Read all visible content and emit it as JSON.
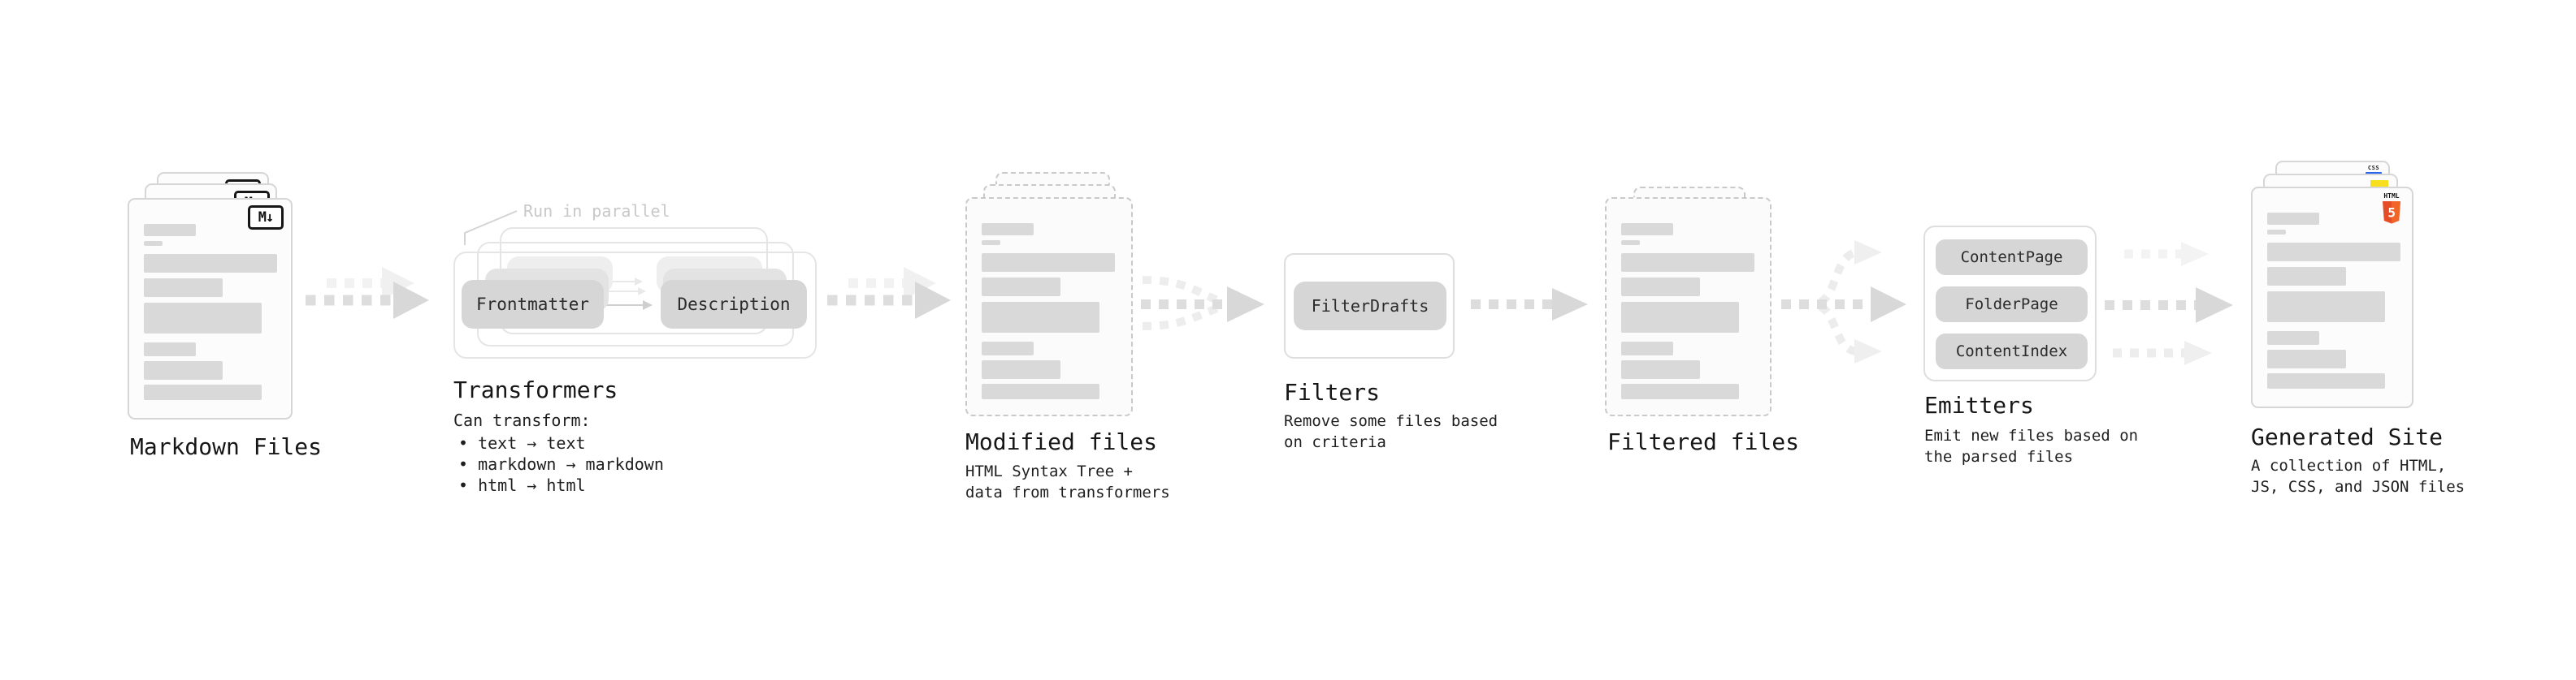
{
  "sections": {
    "markdown_files": {
      "title": "Markdown Files",
      "file_badge": "M↓"
    },
    "transformers": {
      "title": "Transformers",
      "parallel_label": "Run in parallel",
      "input_pill": "Frontmatter",
      "output_pill": "Description",
      "caption": "Can transform:",
      "bullets": [
        "• text → text",
        "• markdown → markdown",
        "• html → html"
      ]
    },
    "modified_files": {
      "title": "Modified files",
      "caption": "HTML Syntax Tree +\ndata from transformers"
    },
    "filters": {
      "title": "Filters",
      "pill": "FilterDrafts",
      "caption": "Remove some files based\non criteria"
    },
    "filtered_files": {
      "title": "Filtered files"
    },
    "emitters": {
      "title": "Emitters",
      "pills": [
        "ContentPage",
        "FolderPage",
        "ContentIndex"
      ],
      "caption": "Emit new files based on\nthe parsed files"
    },
    "generated_site": {
      "title": "Generated Site",
      "caption": "A collection of HTML,\nJS, CSS, and JSON files",
      "css_badge": "CSS",
      "html_badge_label": "HTML",
      "html_badge_number": "5"
    }
  },
  "colors": {
    "html5_orange": "#e44d26",
    "html5_orange_light": "#f16529",
    "js_yellow": "#f7df1e",
    "css_blue": "#2965f1"
  }
}
